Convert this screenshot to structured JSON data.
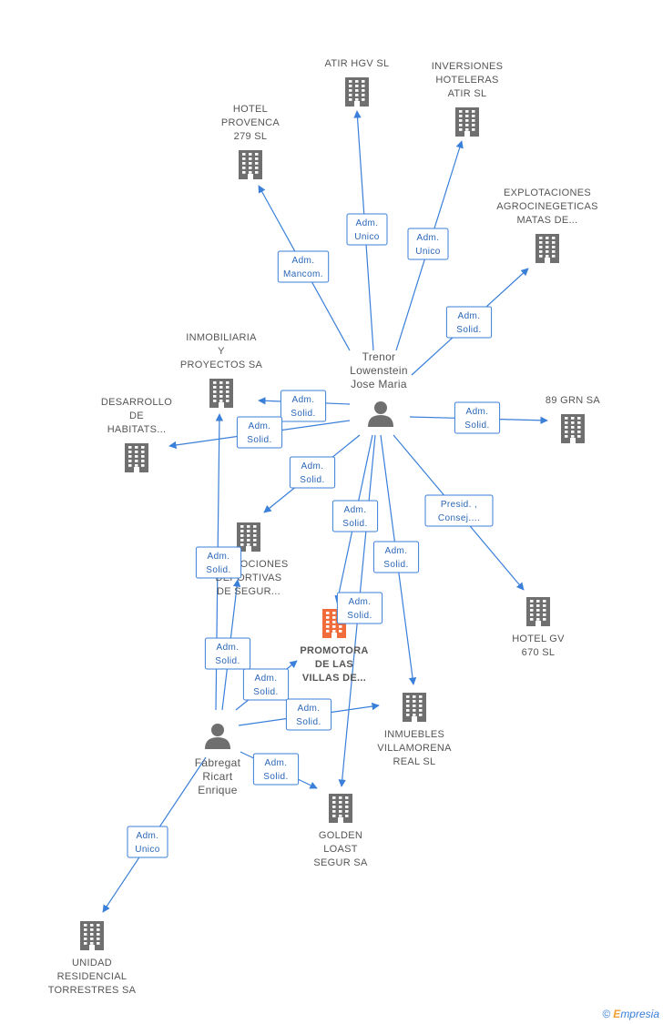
{
  "colors": {
    "edge": "#3a7fd9",
    "building": "#6f6f6f",
    "highlight": "#f26b3a",
    "person": "#6f6f6f"
  },
  "brand": {
    "copyright": "©",
    "e": "E",
    "rest": "mpresia"
  },
  "companies": [
    {
      "id": "atir",
      "lines": [
        "ATIR HGV  SL"
      ],
      "label_pos": "above",
      "icon": "building-icon"
    },
    {
      "id": "inversiones",
      "lines": [
        "INVERSIONES",
        "HOTELERAS",
        "ATIR SL"
      ],
      "label_pos": "above",
      "icon": "building-icon"
    },
    {
      "id": "hotelprovenca",
      "lines": [
        "HOTEL",
        "PROVENCA",
        "279 SL"
      ],
      "label_pos": "above",
      "icon": "building-icon"
    },
    {
      "id": "explotaciones",
      "lines": [
        "EXPLOTACIONES",
        "AGROCINEGETICAS",
        "MATAS DE..."
      ],
      "label_pos": "above",
      "icon": "building-icon"
    },
    {
      "id": "inmobiliaria",
      "lines": [
        "INMOBILIARIA",
        "Y",
        "PROYECTOS SA"
      ],
      "label_pos": "above",
      "icon": "building-icon"
    },
    {
      "id": "desarrollo",
      "lines": [
        "DESARROLLO",
        "DE",
        "HABITATS..."
      ],
      "label_pos": "above",
      "icon": "building-icon"
    },
    {
      "id": "89grn",
      "lines": [
        "89 GRN SA"
      ],
      "label_pos": "above",
      "icon": "building-icon"
    },
    {
      "id": "promociones",
      "lines": [
        "PROMOCIONES",
        "DEPORTIVAS",
        "DE SEGUR..."
      ],
      "label_pos": "below",
      "icon": "building-icon"
    },
    {
      "id": "hotelgv",
      "lines": [
        "HOTEL GV",
        "670 SL"
      ],
      "label_pos": "below",
      "icon": "building-icon"
    },
    {
      "id": "promotora",
      "lines": [
        "PROMOTORA",
        "DE LAS",
        "VILLAS DE..."
      ],
      "label_pos": "below",
      "icon": "building-icon",
      "main": true
    },
    {
      "id": "inmuebles",
      "lines": [
        "INMUEBLES",
        "VILLAMORENA",
        "REAL SL"
      ],
      "label_pos": "below",
      "icon": "building-icon"
    },
    {
      "id": "golden",
      "lines": [
        "GOLDEN",
        "LOAST",
        "SEGUR SA"
      ],
      "label_pos": "below",
      "icon": "building-icon"
    },
    {
      "id": "unidad",
      "lines": [
        "UNIDAD",
        "RESIDENCIAL",
        "TORRESTRES SA"
      ],
      "label_pos": "below",
      "icon": "building-icon"
    }
  ],
  "persons": [
    {
      "id": "trenor",
      "lines": [
        "Trenor",
        "Lowenstein",
        "Jose Maria"
      ],
      "label_pos": "above",
      "icon": "person-icon"
    },
    {
      "id": "fabregat",
      "lines": [
        "Fabregat",
        "Ricart",
        "Enrique"
      ],
      "label_pos": "below",
      "icon": "person-icon"
    }
  ],
  "edges": [
    {
      "lines": [
        "Adm.",
        "Unico"
      ]
    },
    {
      "lines": [
        "Adm.",
        "Unico"
      ]
    },
    {
      "lines": [
        "Adm.",
        "Mancom."
      ]
    },
    {
      "lines": [
        "Adm.",
        "Solid."
      ]
    },
    {
      "lines": [
        "Adm.",
        "Solid."
      ]
    },
    {
      "lines": [
        "Adm.",
        "Solid."
      ]
    },
    {
      "lines": [
        "Adm.",
        "Solid."
      ]
    },
    {
      "lines": [
        "Presid. ,",
        "Consej...."
      ]
    },
    {
      "lines": [
        "Adm.",
        "Solid."
      ]
    },
    {
      "lines": [
        "Adm.",
        "Solid."
      ]
    },
    {
      "lines": [
        "Adm.",
        "Solid."
      ]
    },
    {
      "lines": [
        "Adm.",
        "Solid."
      ]
    },
    {
      "lines": [
        "Adm.",
        "Solid."
      ]
    },
    {
      "lines": [
        "Adm.",
        "Solid."
      ]
    },
    {
      "lines": [
        "Adm.",
        "Solid."
      ]
    },
    {
      "lines": [
        "Adm.",
        "Solid."
      ]
    },
    {
      "lines": [
        "Adm.",
        "Solid."
      ]
    },
    {
      "lines": [
        "Adm.",
        "Unico"
      ]
    }
  ]
}
